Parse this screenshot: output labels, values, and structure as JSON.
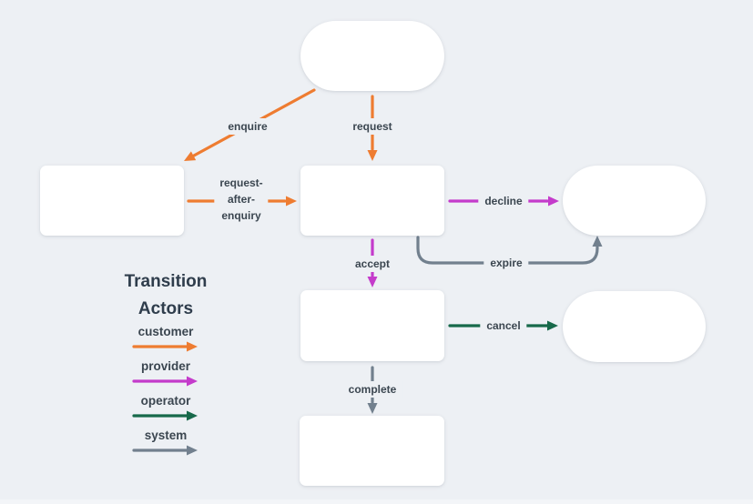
{
  "colors": {
    "background": "#EDF0F4",
    "node_fill": "#FFFFFF",
    "text": "#3B4650",
    "heading": "#2F3D4C",
    "customer": "#EE7C31",
    "provider": "#C43BCB",
    "operator": "#17694A",
    "system": "#72808E"
  },
  "legend": {
    "title": {
      "line1": "Transition",
      "line2": "Actors"
    },
    "items": [
      {
        "label": "customer",
        "color": "#EE7C31"
      },
      {
        "label": "provider",
        "color": "#C43BCB"
      },
      {
        "label": "operator",
        "color": "#17694A"
      },
      {
        "label": "system",
        "color": "#72808E"
      }
    ]
  },
  "transitions": {
    "enquire": {
      "label": "enquire",
      "actor": "customer"
    },
    "request": {
      "label": "request",
      "actor": "customer"
    },
    "request_after_enquiry": {
      "label_line1": "request-",
      "label_line2": "after-",
      "label_line3": "enquiry",
      "actor": "customer"
    },
    "decline": {
      "label": "decline",
      "actor": "provider"
    },
    "accept": {
      "label": "accept",
      "actor": "provider"
    },
    "expire": {
      "label": "expire",
      "actor": "system"
    },
    "cancel": {
      "label": "cancel",
      "actor": "operator"
    },
    "complete": {
      "label": "complete",
      "actor": "system"
    }
  }
}
